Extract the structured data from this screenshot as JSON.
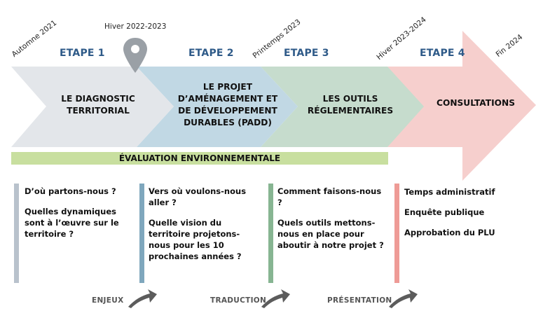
{
  "colors": {
    "step1": "#e3e6ea",
    "step2": "#c1d8e4",
    "step3": "#c6dccd",
    "step4": "#f6cfcd",
    "env_bar": "#c8df9f",
    "bar1": "#b9c2cc",
    "bar2": "#7fa7bd",
    "bar3": "#87b592",
    "bar4": "#ee9b96",
    "etape_text": "#2e5a88",
    "pin": "#9aa0a6"
  },
  "dates": {
    "d1": "Automne 2021",
    "d2": "Hiver 2022-2023",
    "d3": "Printemps 2023",
    "d4": "Hiver 2023-2024",
    "d5": "Fin 2024"
  },
  "steps": [
    {
      "etape": "ETAPE 1",
      "title_lines": [
        "LE DIAGNOSTIC",
        "TERRITORIAL"
      ]
    },
    {
      "etape": "ETAPE 2",
      "title_lines": [
        "LE PROJET",
        "D’AMÉNAGEMENT ET",
        "DE DÉVELOPPEMENT",
        "DURABLES (PADD)"
      ]
    },
    {
      "etape": "ETAPE 3",
      "title_lines": [
        "LES OUTILS",
        "RÉGLEMENTAIRES"
      ]
    },
    {
      "etape": "ETAPE 4",
      "title_lines": [
        "CONSULTATIONS"
      ]
    }
  ],
  "environment_label": "ÉVALUATION ENVIRONNEMENTALE",
  "questions": [
    [
      "D’où partons-nous ?",
      "Quelles dynamiques sont à l’œuvre sur le territoire ?"
    ],
    [
      "Vers où voulons-nous aller ?",
      "Quelle vision du territoire projetons-nous pour les 10 prochaines années ?"
    ],
    [
      "Comment faisons-nous ?",
      "Quels outils mettons-nous en place pour aboutir à notre projet ?"
    ],
    [
      "Temps administratif",
      "Enquête publique",
      "Approbation du PLU"
    ]
  ],
  "footer": {
    "f1": "ENJEUX",
    "f2": "TRADUCTION",
    "f3": "PRÉSENTATION"
  },
  "icons": [
    "location-pin-icon",
    "curved-arrow-icon"
  ]
}
